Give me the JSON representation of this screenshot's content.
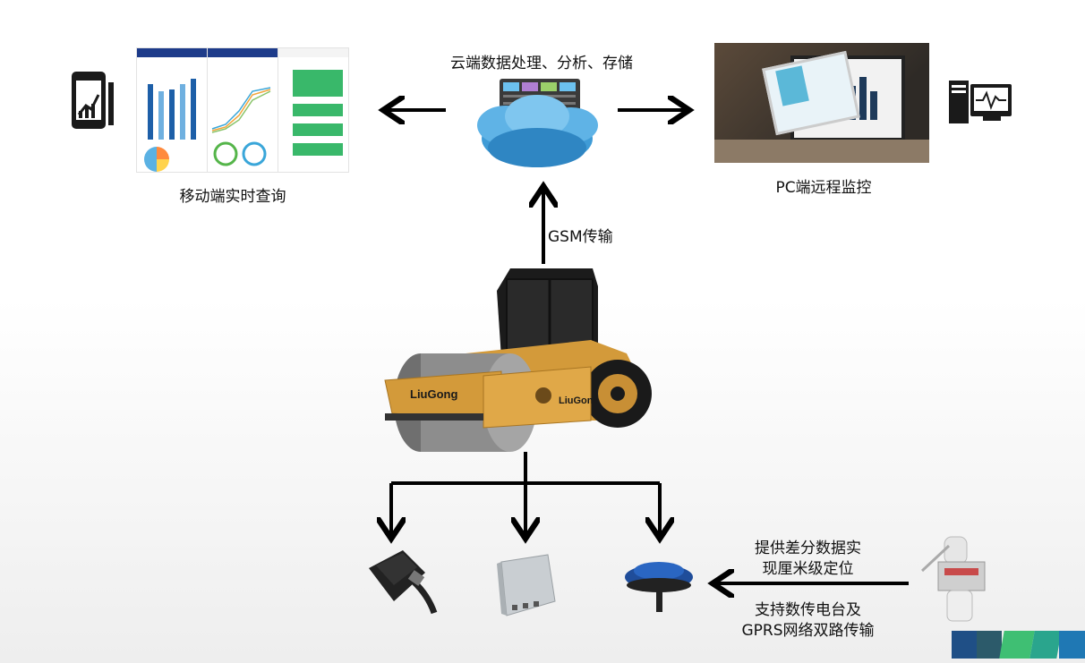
{
  "labels": {
    "cloud": "云端数据处理、分析、存储",
    "mobile": "移动端实时查询",
    "pc": "PC端远程监控",
    "gsm": "GSM传输",
    "diff_line1": "提供差分数据实",
    "diff_line2": "现厘米级定位",
    "radio_line1": "支持数传电台及",
    "radio_line2": "GPRS网络双路传输"
  },
  "brand": {
    "roller_text": "LiuGong"
  },
  "colors": {
    "roller": "#d39a3a",
    "drum": "#8a8a8a",
    "cloud": "#4fa6dc",
    "arrow": "#000000",
    "strip": [
      "#1f4f86",
      "#2c5a6a",
      "#3fbf73",
      "#2aa58d",
      "#1f78b4"
    ]
  }
}
